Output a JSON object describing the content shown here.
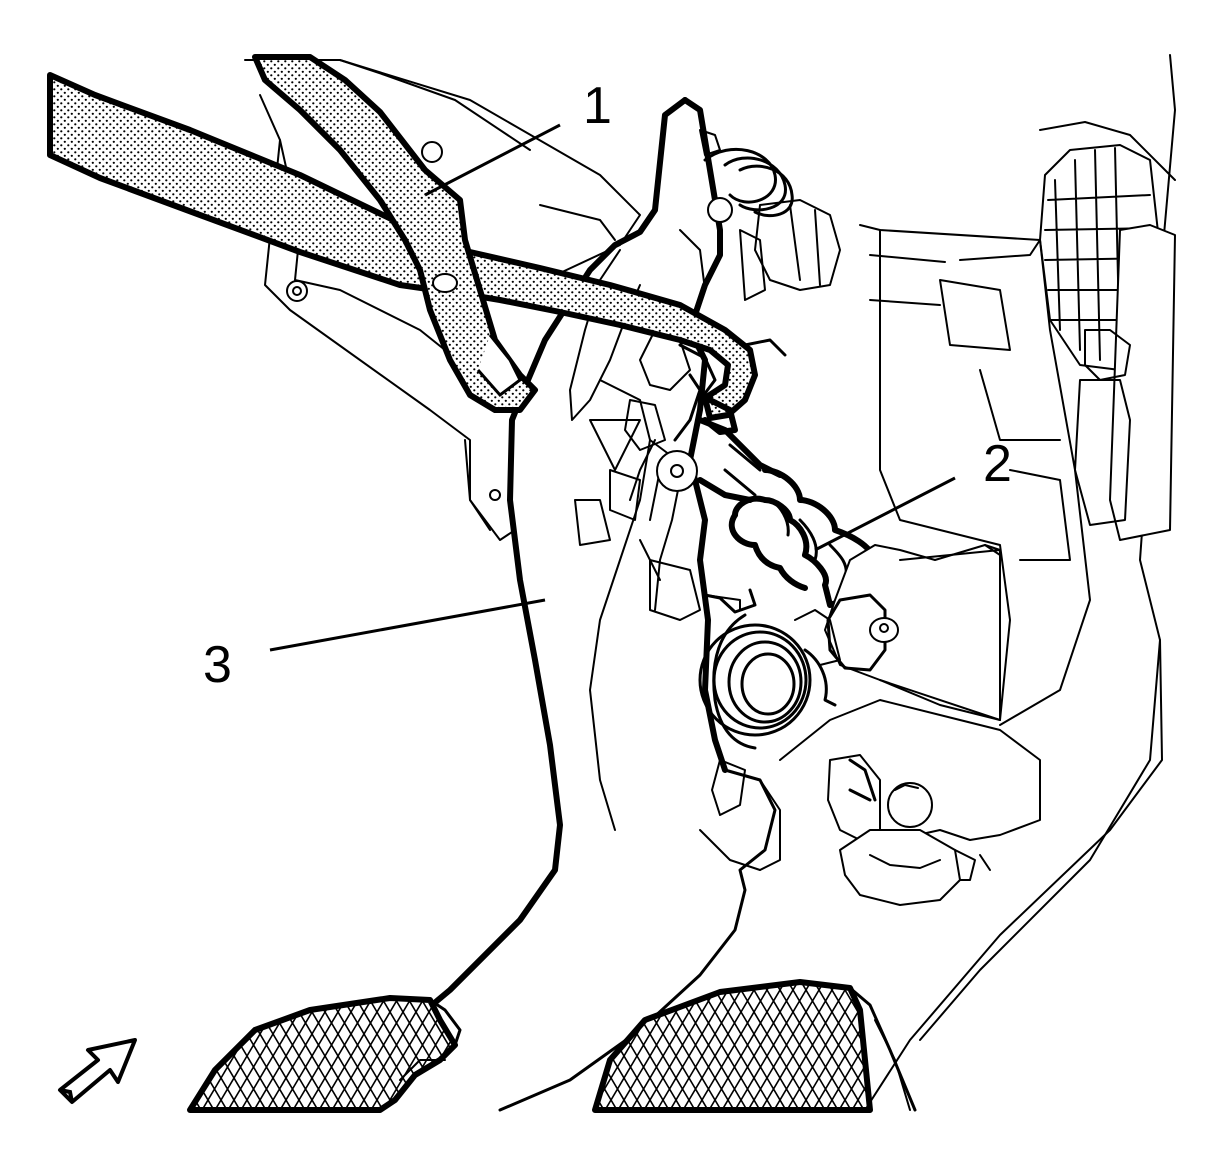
{
  "callouts": {
    "c1": "1",
    "c2": "2",
    "c3": "3"
  },
  "colors": {
    "line": "#000000",
    "background": "#ffffff",
    "tool_fill": "stipple-gray"
  },
  "icons": {
    "view_arrow": "view-direction-arrow-icon"
  }
}
